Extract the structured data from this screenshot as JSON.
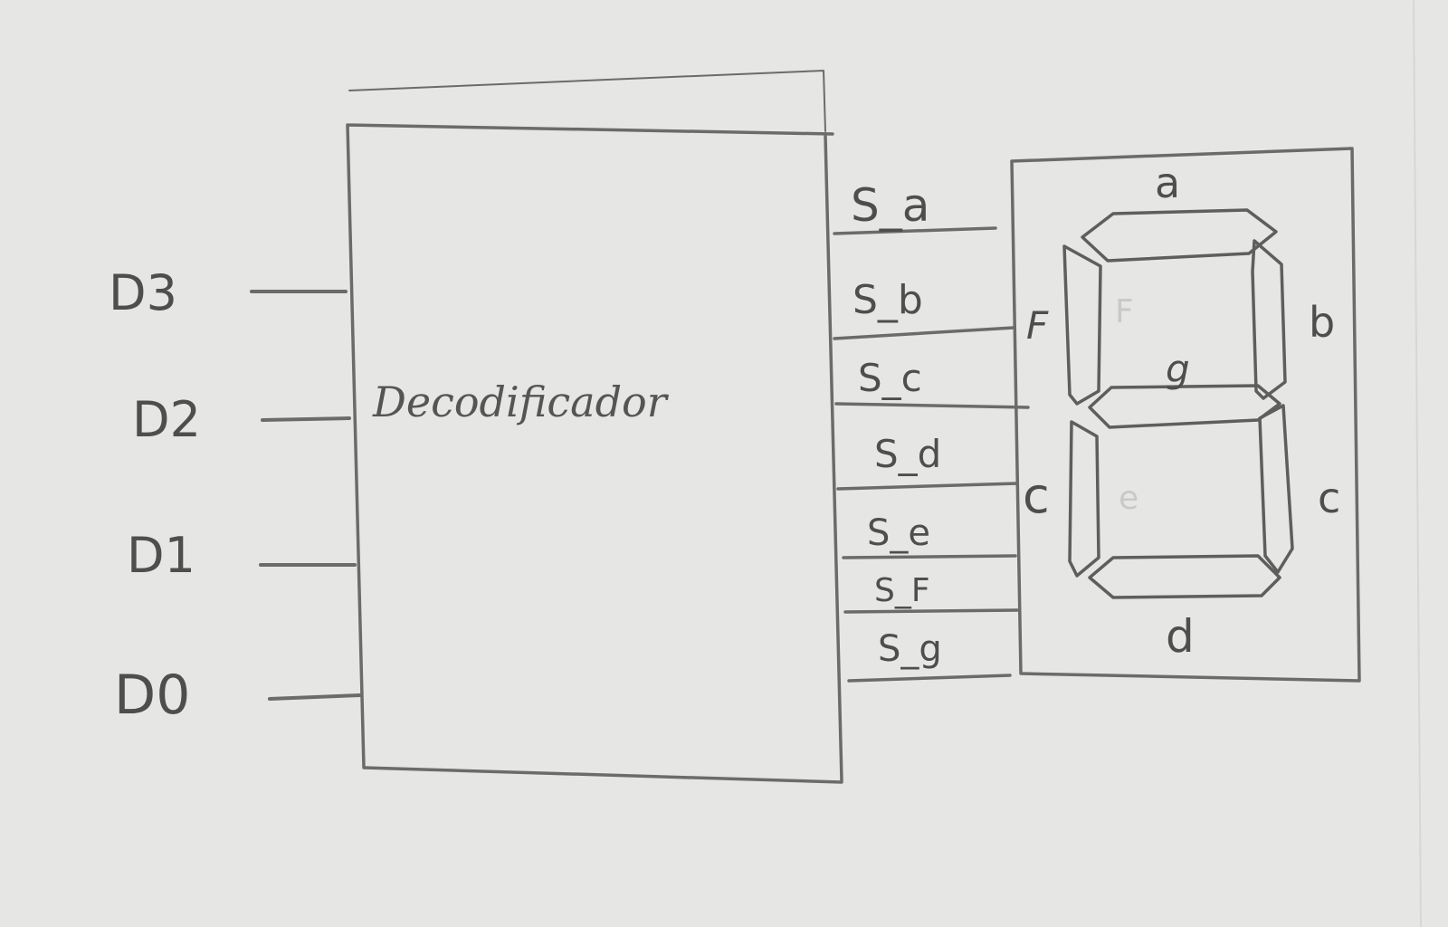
{
  "inputs": [
    "D3",
    "D2",
    "D1",
    "D0"
  ],
  "block_label": "Decodificador",
  "outputs": [
    "S_a",
    "S_b",
    "S_c",
    "S_d",
    "S_e",
    "S_F",
    "S_g"
  ],
  "segment_labels": {
    "a": "a",
    "b": "b",
    "c_right": "c",
    "c_left": "c",
    "d": "d",
    "f": "F",
    "g": "g"
  },
  "faint_letters": {
    "f": "F",
    "e": "e"
  },
  "colors": {
    "paper": "#e6e6e4",
    "pencil": "#5e5e5e"
  }
}
